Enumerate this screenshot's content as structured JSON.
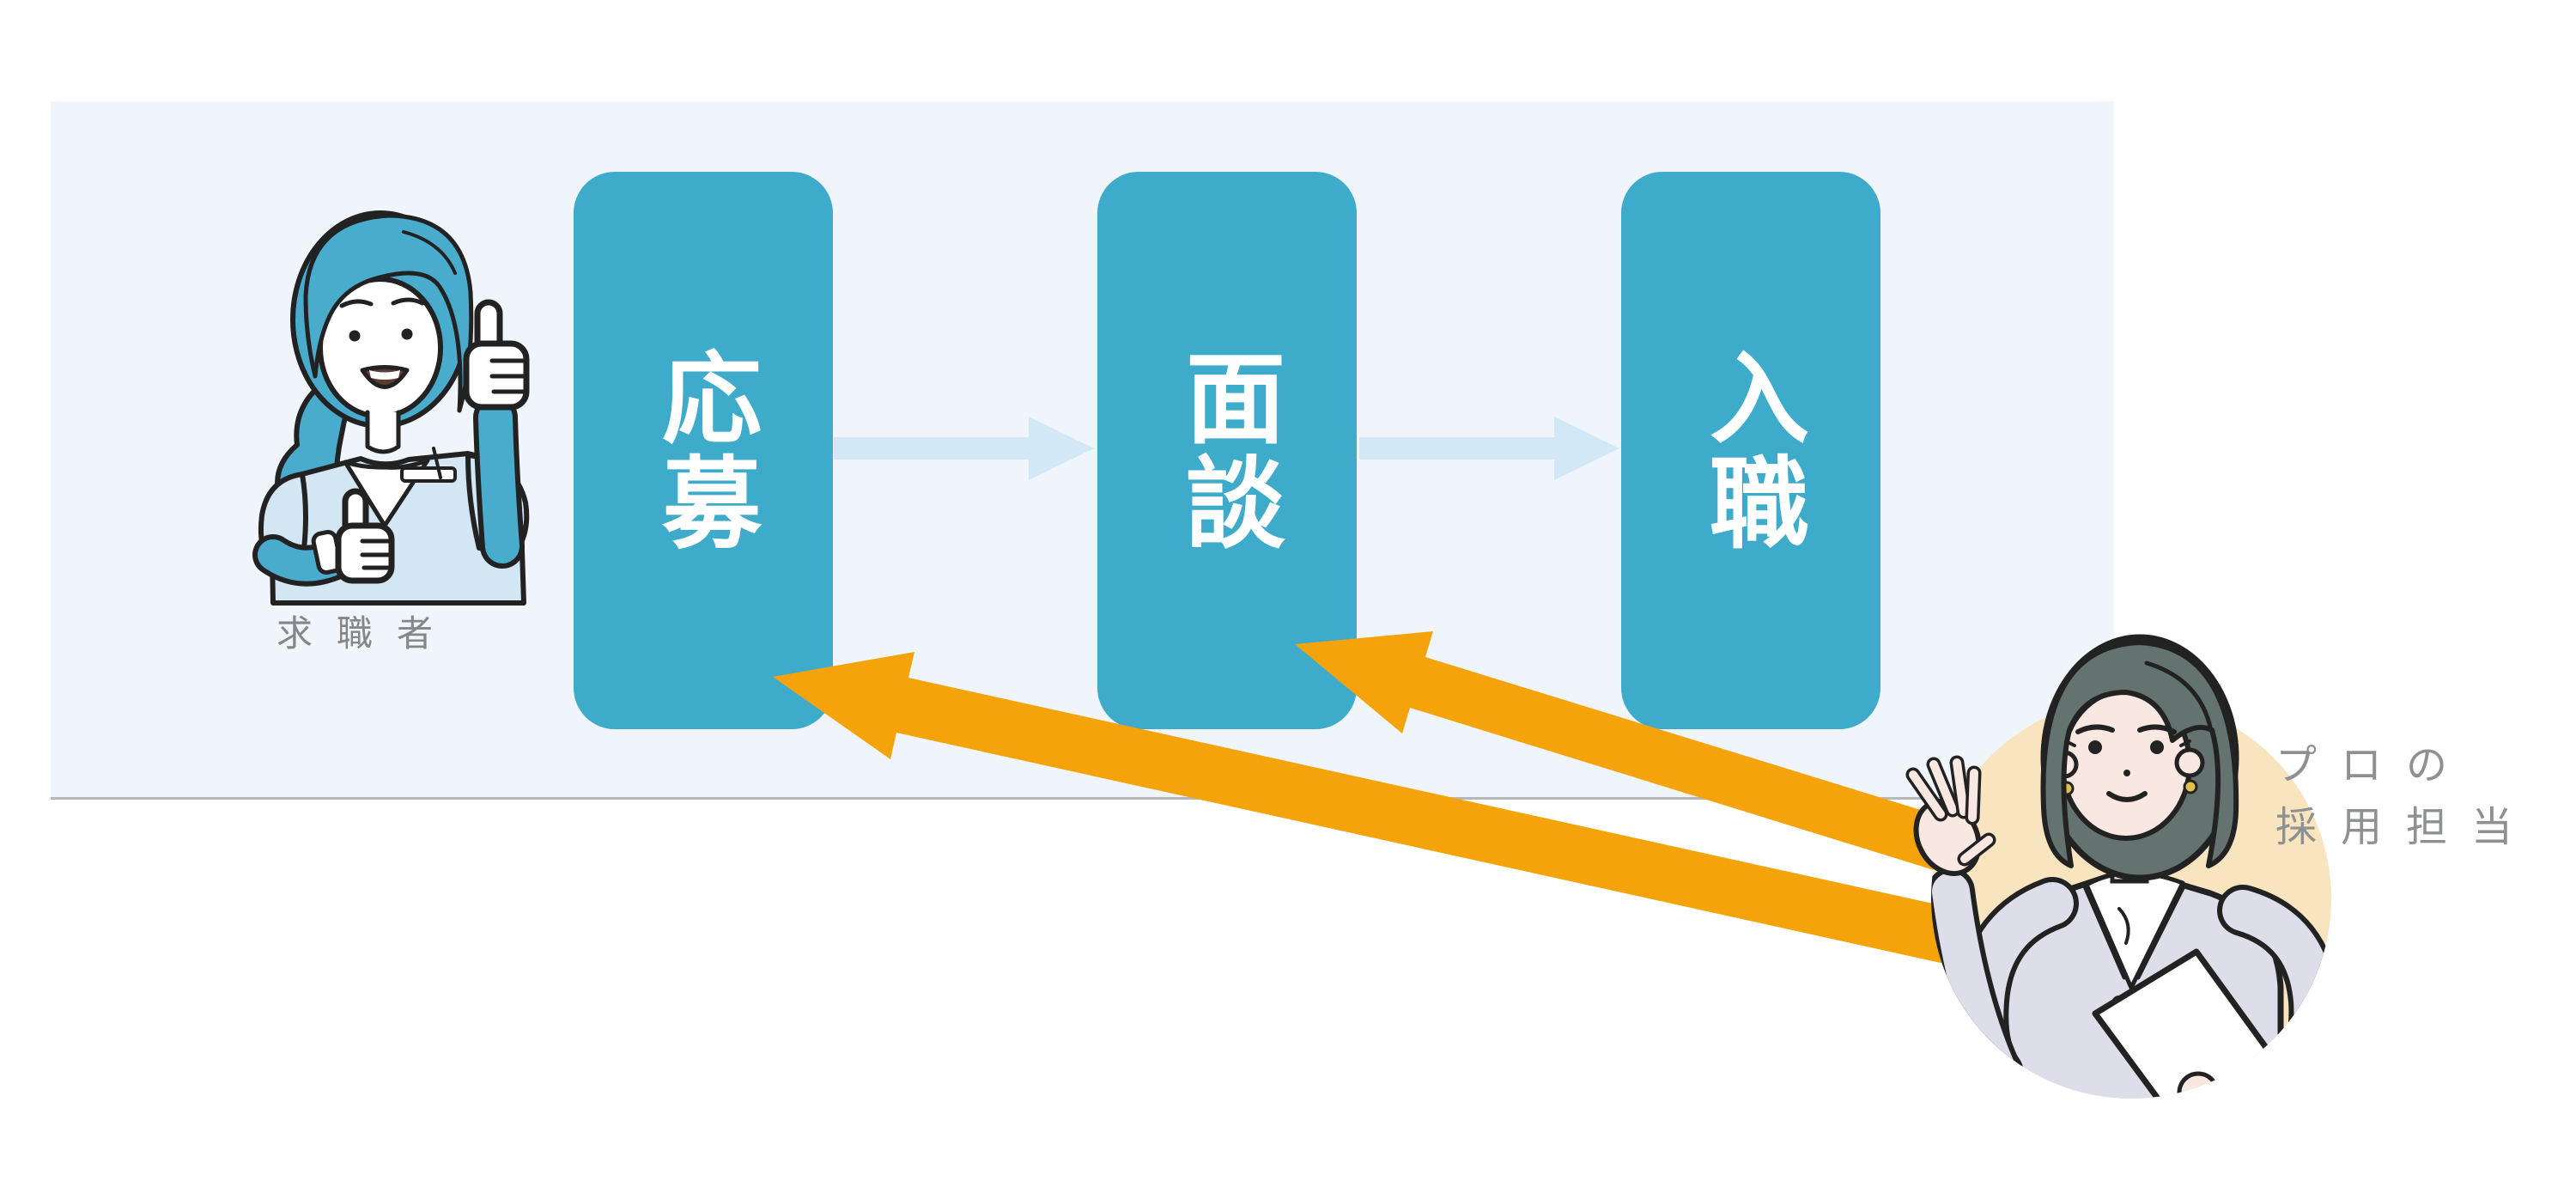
{
  "diagram": {
    "kind": "recruitment-process-flow",
    "panel_bg": "#EFF5FB",
    "panel_border_bottom": "#B4B8BB"
  },
  "steps": [
    {
      "id": "apply",
      "label": "応募"
    },
    {
      "id": "interview",
      "label": "面談"
    },
    {
      "id": "joining",
      "label": "入職"
    }
  ],
  "flow": {
    "arrow_icon": "right-arrow",
    "arrow_color": "#D3E8F6"
  },
  "support_arrows": {
    "icon": "up-left-arrow",
    "color": "#F4A40A",
    "from": "recruiter",
    "targets": [
      "応募",
      "面談"
    ]
  },
  "job_seeker": {
    "label": "求職者",
    "label_color": "#868686",
    "illustration": "nurse-thumbs-up"
  },
  "recruiter": {
    "label_lines": [
      "プロの",
      "採用担当"
    ],
    "label_color": "#8D9191",
    "circle_color": "#F8E4BE",
    "illustration": "businesswoman-presenting"
  },
  "colors": {
    "step_box": "#3EABCB",
    "step_text": "#FFFFFF",
    "accent_orange": "#F4A40A"
  }
}
